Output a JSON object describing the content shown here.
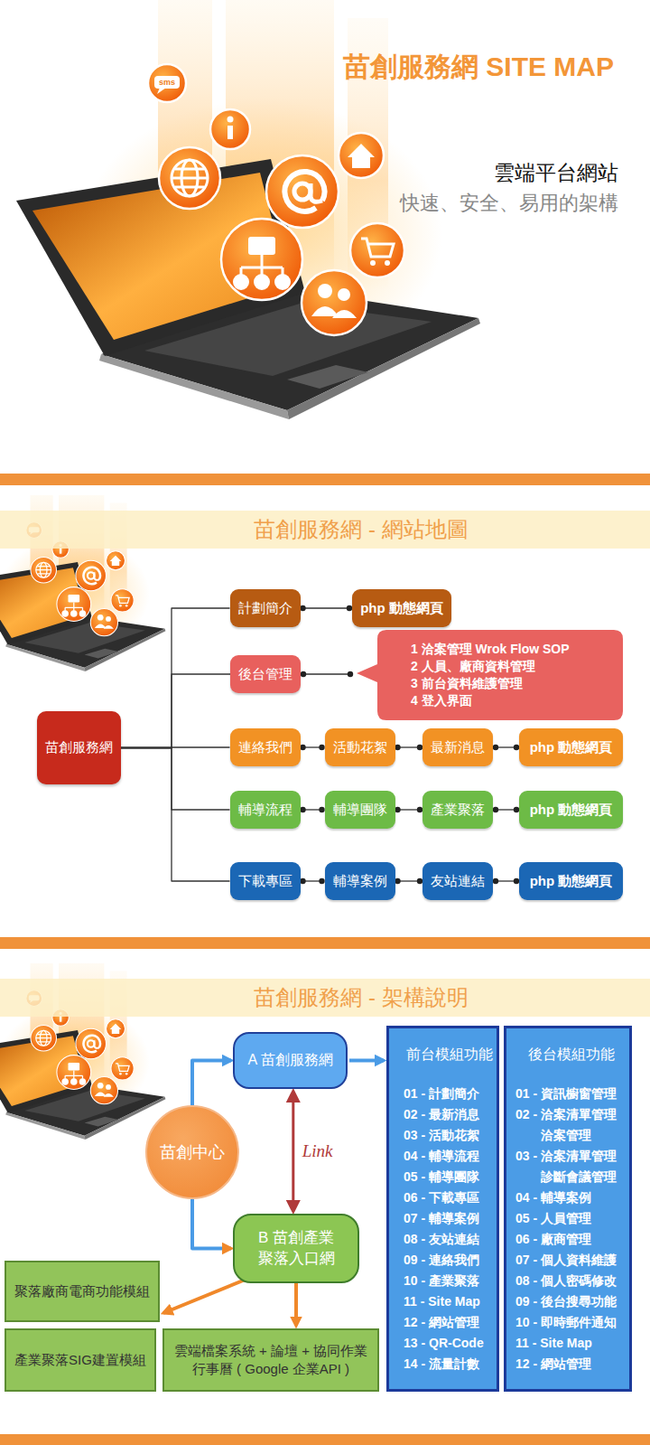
{
  "diagram": {
    "title": "苗創服務網 SITE MAP",
    "nodes": [
      {
        "text": [
          "苗創服務網 - 網站地圖"
        ]
      },
      {
        "text": [
          "苗創服務網"
        ]
      },
      {
        "text": [
          "計劃簡介"
        ]
      },
      {
        "text": [
          "php 動態網頁"
        ]
      },
      {
        "text": [
          "後台管理"
        ]
      },
      {
        "text": [
          "1 洽案管理 Wrok Flow SOP",
          "2 人員、廠商資料管理",
          "3 前台資料維護管理",
          "4 登入界面"
        ]
      },
      {
        "text": [
          "連絡我們"
        ]
      },
      {
        "text": [
          "活動花絮"
        ]
      },
      {
        "text": [
          "最新消息"
        ]
      },
      {
        "text": [
          "php 動態網頁"
        ]
      },
      {
        "text": [
          "輔導流程"
        ]
      },
      {
        "text": [
          "輔導團隊"
        ]
      },
      {
        "text": [
          "產業聚落"
        ]
      },
      {
        "text": [
          "php 動態網頁"
        ]
      },
      {
        "text": [
          "下載專區"
        ]
      },
      {
        "text": [
          "輔導案例"
        ]
      },
      {
        "text": [
          "友站連結"
        ]
      },
      {
        "text": [
          "php 動態網頁"
        ]
      },
      {
        "text": [
          "苗創服務網 - 架構說明"
        ]
      },
      {
        "text": [
          "A 苗創服務網"
        ]
      },
      {
        "text": [
          "苗創中心"
        ]
      },
      {
        "text": [
          "前台模組功能",
          "01 - 計劃簡介",
          "02 - 最新消息",
          "03 - 活動花絮",
          "04 - 輔導流程",
          "05 - 輔導團隊",
          "06 - 下載專區",
          "07 - 輔導案例",
          "08 - 友站連結",
          "09 - 連絡我們",
          "10 - 產業聚落",
          "11 - Site Map",
          "12 - 網站管理",
          "13 - QR-Code",
          "14 - 流量計數"
        ]
      },
      {
        "text": [
          "後台模組功能",
          "01 - 資訊櫥窗管理",
          "02 - 洽案清單管理 洽案管理",
          "03 - 洽案清單管理 診斷會議管理",
          "04 - 輔導案例",
          "05 - 人員管理",
          "06 - 廠商管理",
          "07 - 個人資料維護",
          "08 - 個人密碼修改",
          "09 - 後台搜尋功能",
          "10 - 即時郵件通知",
          "11 - Site Map",
          "12 - 網站管理"
        ]
      },
      {
        "text": [
          "B 苗創產業 聚落入口網"
        ]
      },
      {
        "text": [
          "聚落廠商電商功能模組"
        ]
      },
      {
        "text": [
          "產業聚落SIG建置模組"
        ]
      },
      {
        "text": [
          "雲端檔案系統 + 論壇 + 協同作業 行事曆 ( Google 企業API )"
        ]
      }
    ],
    "edges": [
      {
        "from": 1,
        "to": 2,
        "arrow": "none"
      },
      {
        "from": 1,
        "to": 4,
        "arrow": "none"
      },
      {
        "from": 1,
        "to": 6,
        "arrow": "none"
      },
      {
        "from": 1,
        "to": 10,
        "arrow": "none"
      },
      {
        "from": 1,
        "to": 14,
        "arrow": "none"
      },
      {
        "from": 2,
        "to": 3,
        "arrow": "none"
      },
      {
        "from": 4,
        "to": 5,
        "arrow": "none"
      },
      {
        "from": 6,
        "to": 7,
        "arrow": "none"
      },
      {
        "from": 7,
        "to": 8,
        "arrow": "none"
      },
      {
        "from": 8,
        "to": 9,
        "arrow": "none"
      },
      {
        "from": 10,
        "to": 11,
        "arrow": "none"
      },
      {
        "from": 11,
        "to": 12,
        "arrow": "none"
      },
      {
        "from": 12,
        "to": 13,
        "arrow": "none"
      },
      {
        "from": 14,
        "to": 15,
        "arrow": "none"
      },
      {
        "from": 15,
        "to": 16,
        "arrow": "none"
      },
      {
        "from": 16,
        "to": 17,
        "arrow": "none"
      },
      {
        "from": 20,
        "to": 19,
        "arrow": "to"
      },
      {
        "from": 19,
        "to": 21,
        "arrow": "to"
      },
      {
        "from": 19,
        "to": 23,
        "label": "Link",
        "arrow": "both"
      },
      {
        "from": 20,
        "to": 23,
        "arrow": "to"
      },
      {
        "from": 23,
        "to": 24,
        "arrow": "to"
      },
      {
        "from": 23,
        "to": 26,
        "arrow": "to"
      }
    ],
    "labels": [
      "sms",
      "雲端平台網站",
      "快速、安全、易用的架構"
    ]
  }
}
